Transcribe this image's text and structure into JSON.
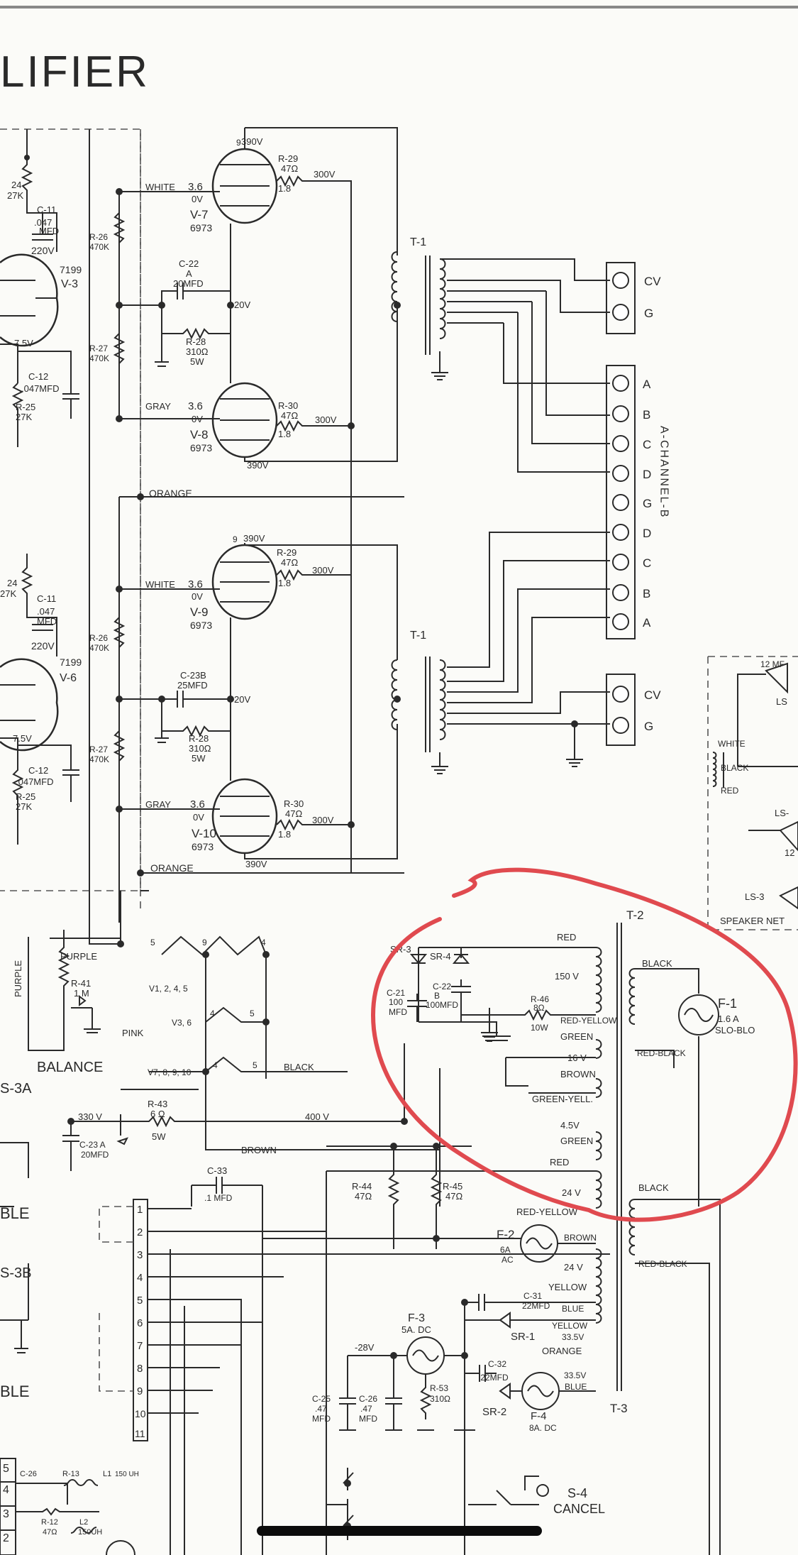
{
  "title": "LIFIER",
  "tubes": {
    "v7": {
      "name": "V-7",
      "type": "6973",
      "plate": "390V",
      "grid": "WHITE",
      "bias": "3.6",
      "cathode": "0V",
      "screen_res": "R-29",
      "screen_val": "47Ω",
      "screen_v": "300V",
      "pin": "1.8"
    },
    "v8": {
      "name": "V-8",
      "type": "6973",
      "plate": "390V",
      "grid": "GRAY",
      "bias": "3.6",
      "cathode": "0V",
      "screen_res": "R-30",
      "screen_val": "47Ω",
      "screen_v": "300V",
      "pin": "1.8"
    },
    "v9": {
      "name": "V-9",
      "type": "6973",
      "plate": "390V",
      "grid": "WHITE",
      "bias": "3.6",
      "cathode": "0V",
      "screen_res": "R-29",
      "screen_val": "47Ω",
      "screen_v": "300V",
      "pin": "1.8"
    },
    "v10": {
      "name": "V-10",
      "type": "6973",
      "plate": "390V",
      "grid": "GRAY",
      "bias": "3.6",
      "cathode": "0V",
      "screen_res": "R-30",
      "screen_val": "47Ω",
      "screen_v": "300V",
      "pin": "1.8"
    },
    "v3": {
      "name": "V-3",
      "type": "7199",
      "volt": "220V",
      "k": "7.5V"
    },
    "v6": {
      "name": "V-6",
      "type": "7199",
      "volt": "220V",
      "k": "7.5V"
    }
  },
  "components": {
    "c11a": "C-11",
    "c11a_val": ".047",
    "c11a_unit": "MFD",
    "c12a": "C-12",
    "c12a_val": ".047MFD",
    "r25a": "R-25",
    "r25a_val": "27K",
    "r24a": "24",
    "r24a_val": "27K",
    "r26a": "R-26",
    "r26a_val": "470K",
    "r27a": "R-27",
    "r27a_val": "470K",
    "c22": "C-22",
    "c22_val": "A",
    "c22_unit": "20MFD",
    "r28a": "R-28",
    "r28a_val": "310Ω",
    "r28a_w": "5W",
    "v20a": "20V",
    "v20b": "20V",
    "c23b": "C-23B",
    "c23b_val": "25MFD",
    "r28b": "R-28",
    "r28b_val": "310Ω",
    "r28b_w": "5W",
    "r26b": "R-26",
    "r26b_val": "470K",
    "r27b": "R-27",
    "r27b_val": "470K",
    "c12b": "C-12",
    "c12b_val": ".047MFD",
    "r25b": "R-25",
    "r25b_val": "27K",
    "c11b": "C-11",
    "c11b_val": ".047",
    "c11b_unit": "MFD",
    "r24b": "24",
    "r24b_val": "27K"
  },
  "transformers": {
    "t1_top": "T-1",
    "t1_bottom": "T-1",
    "t2": "T-2",
    "t3": "T-3"
  },
  "terminals": {
    "top": [
      "CV",
      "G"
    ],
    "channel": [
      "A",
      "B",
      "C",
      "D",
      "G",
      "D",
      "C",
      "B",
      "A"
    ],
    "channel_label": "A-CHANNEL-B",
    "bottom": [
      "CV",
      "G"
    ]
  },
  "wires": {
    "orange1": "ORANGE",
    "orange2": "ORANGE",
    "purple1": "PURPLE",
    "purple2": "PURPLE",
    "pink": "PINK",
    "black": "BLACK",
    "brown": "BROWN"
  },
  "balance": {
    "label": "BALANCE",
    "r41": "R-41",
    "r41_val": "1 M",
    "s3a": "S-3A",
    "s3b": "S-3B"
  },
  "heater": {
    "g1": "V1, 2, 4, 5",
    "g2": "V3, 6",
    "g3": "V7, 8, 9, 10",
    "n5a": "5",
    "n9": "9",
    "n4a": "4",
    "n4b": "4",
    "n5b": "5",
    "n4c": "4",
    "n5c": "5"
  },
  "supply": {
    "v330": "330 V",
    "c23a": "C-23 A",
    "c23a_val": "20MFD",
    "r43": "R-43",
    "r43_val": "6 Ω",
    "r43_w": "5W",
    "v400": "400 V",
    "c33": "C-33",
    "c33_val": ".1 MFD",
    "r44": "R-44",
    "r44_val": "47Ω",
    "r45": "R-45",
    "r45_val": "47Ω"
  },
  "power": {
    "sr3": "SR-3",
    "sr4": "SR-4",
    "c21": "C-21",
    "c21_val": "100",
    "c21_unit": "MFD",
    "c22b": "C-22",
    "c22b_val": "B",
    "c22b_unit": "100MFD",
    "r46": "R-46",
    "r46_val": "8Ω",
    "r46_w": "10W",
    "red": "RED",
    "v150": "150 V",
    "red_yellow": "RED-YELLOW",
    "green": "GREEN",
    "v16": "16 V",
    "brown": "BROWN",
    "green_yell": "GREEN-YELL.",
    "v45": "4.5V",
    "green2": "GREEN",
    "black": "BLACK",
    "red_black": "RED-BLACK",
    "f1": "F-1",
    "f1_val": "1.6 A",
    "f1_type": "SLO-BLO"
  },
  "lower": {
    "red": "RED",
    "v24a": "24 V",
    "red_yellow": "RED-YELLOW",
    "brown": "BROWN",
    "f2": "F-2",
    "f2_val": "6A",
    "f2_type": "AC",
    "v24b": "24 V",
    "yellow": "YELLOW",
    "black": "BLACK",
    "red_black": "RED-BLACK",
    "c31": "C-31",
    "c31_val": "22MFD",
    "blue": "BLUE",
    "yellow2": "YELLOW",
    "v335a": "33.5V",
    "orange": "ORANGE",
    "sr1": "SR-1",
    "f3": "F-3",
    "f3_val": "5A. DC",
    "v28": "-28V",
    "c32": "C-32",
    "c32_val": ".22MFD",
    "v335b": "33.5V",
    "blue2": "BLUE",
    "sr2": "SR-2",
    "f4": "F-4",
    "f4_val": "8A. DC",
    "t3": "T-3",
    "c25": "C-25",
    "c25_val": ".47",
    "c25_unit": "MFD",
    "c26": "C-26",
    "c26_val": ".47",
    "c26_unit": "MFD",
    "r53": "R-53",
    "r53_val": "310Ω",
    "s4": "S-4",
    "s4_label": "CANCEL"
  },
  "strip": [
    "1",
    "2",
    "3",
    "4",
    "5",
    "6",
    "7",
    "8",
    "9",
    "10",
    "11"
  ],
  "side": {
    "ble1": "BLE",
    "ble2": "BLE",
    "s3b": "S-3B",
    "rows": [
      "5",
      "4",
      "3",
      "2"
    ],
    "c26": "C-26",
    "r13": "R-13",
    "l1": "L1",
    "l1_val": "150 UH",
    "r12": "R-12",
    "r12_val": "47Ω",
    "l2": "L2",
    "l2_val": "150UH"
  },
  "speaker": {
    "top": "12 MF",
    "ls1": "LS",
    "white": "WHITE",
    "black": "BLACK",
    "red": "RED",
    "ls5": "LS-",
    "n12": "12",
    "ls3": "LS-3",
    "bottom": "SPEAKER NET"
  }
}
